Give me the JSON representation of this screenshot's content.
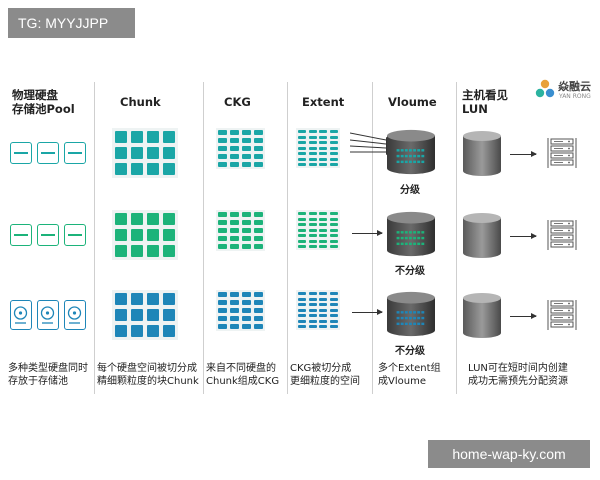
{
  "watermark_top": "TG: MYYJJPP",
  "watermark_bottom": "home-wap-ky.com",
  "logo": {
    "name": "焱融云",
    "sub": "YAN RONG"
  },
  "columns": [
    {
      "header": "物理硬盘\n存储池Pool",
      "caption": "多种类型硬盘同时\n存放于存储池"
    },
    {
      "header": "Chunk",
      "caption": "每个硬盘空间被切分成\n精细颗粒度的块Chunk"
    },
    {
      "header": "CKG",
      "caption": "来自不同硬盘的\nChunk组成CKG"
    },
    {
      "header": "Extent",
      "caption": "CKG被切分成\n更细粒度的空间"
    },
    {
      "header": "Vloume",
      "caption": "多个Extent组\n成Vloume"
    },
    {
      "header": "主机看见\nLUN",
      "caption": "LUN可在短时间内创建\n成功无需预先分配资源"
    }
  ],
  "volume_labels": [
    "分级",
    "不分级",
    "不分级"
  ],
  "colors": {
    "row1": "#1aa6a6",
    "row2": "#1cb37a",
    "row3": "#1e86b8",
    "line": "#cfcfcf"
  }
}
